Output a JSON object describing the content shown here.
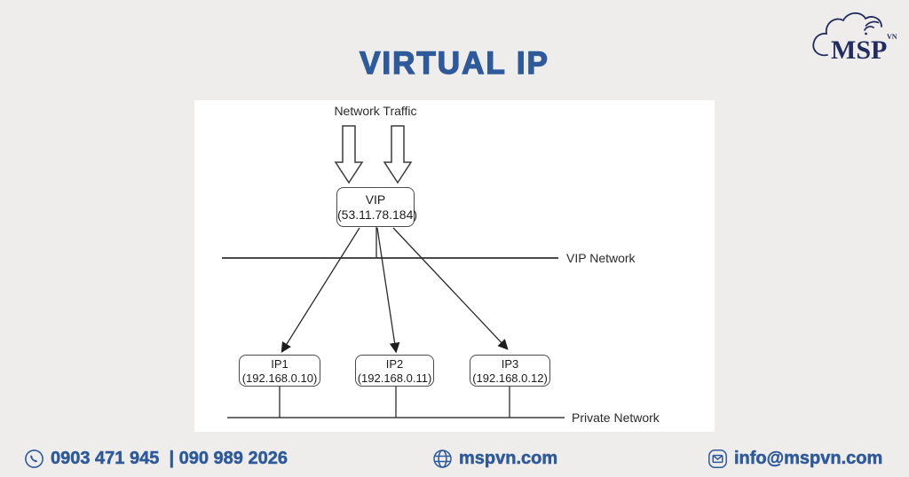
{
  "page": {
    "title": "VIRTUAL IP"
  },
  "logo": {
    "name": "MSP",
    "superscript": "VN"
  },
  "diagram": {
    "network_traffic_label": "Network Traffic",
    "vip_box": {
      "line1": "VIP",
      "line2": "(53.11.78.184)"
    },
    "vip_network_label": "VIP Network",
    "private_network_label": "Private Network",
    "servers": [
      {
        "line1": "IP1",
        "line2": "(192.168.0.10)"
      },
      {
        "line1": "IP2",
        "line2": "(192.168.0.11)"
      },
      {
        "line1": "IP3",
        "line2": "(192.168.0.12)"
      }
    ]
  },
  "footer": {
    "phones": "0903 471 945  | 090 989 2026",
    "website": "mspvn.com",
    "email": "info@mspvn.com"
  },
  "colors": {
    "accent": "#2e5a9b",
    "logo_navy": "#232c60",
    "diagram_line": "#3c3c3c",
    "background": "#eeedeb",
    "panel": "#ffffff"
  }
}
